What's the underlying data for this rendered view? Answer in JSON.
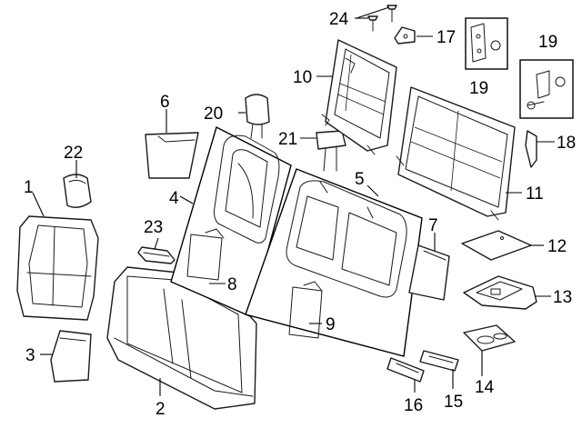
{
  "callouts": [
    {
      "id": "1",
      "label": "1"
    },
    {
      "id": "2",
      "label": "2"
    },
    {
      "id": "3",
      "label": "3"
    },
    {
      "id": "4",
      "label": "4"
    },
    {
      "id": "5",
      "label": "5"
    },
    {
      "id": "6",
      "label": "6"
    },
    {
      "id": "7",
      "label": "7"
    },
    {
      "id": "8",
      "label": "8"
    },
    {
      "id": "9",
      "label": "9"
    },
    {
      "id": "10",
      "label": "10"
    },
    {
      "id": "11",
      "label": "11"
    },
    {
      "id": "12",
      "label": "12"
    },
    {
      "id": "13",
      "label": "13"
    },
    {
      "id": "14",
      "label": "14"
    },
    {
      "id": "15",
      "label": "15"
    },
    {
      "id": "16",
      "label": "16"
    },
    {
      "id": "17",
      "label": "17"
    },
    {
      "id": "18",
      "label": "18"
    },
    {
      "id": "19a",
      "label": "19"
    },
    {
      "id": "19b",
      "label": "19"
    },
    {
      "id": "20",
      "label": "20"
    },
    {
      "id": "21",
      "label": "21"
    },
    {
      "id": "22",
      "label": "22"
    },
    {
      "id": "23",
      "label": "23"
    },
    {
      "id": "24",
      "label": "24"
    }
  ]
}
